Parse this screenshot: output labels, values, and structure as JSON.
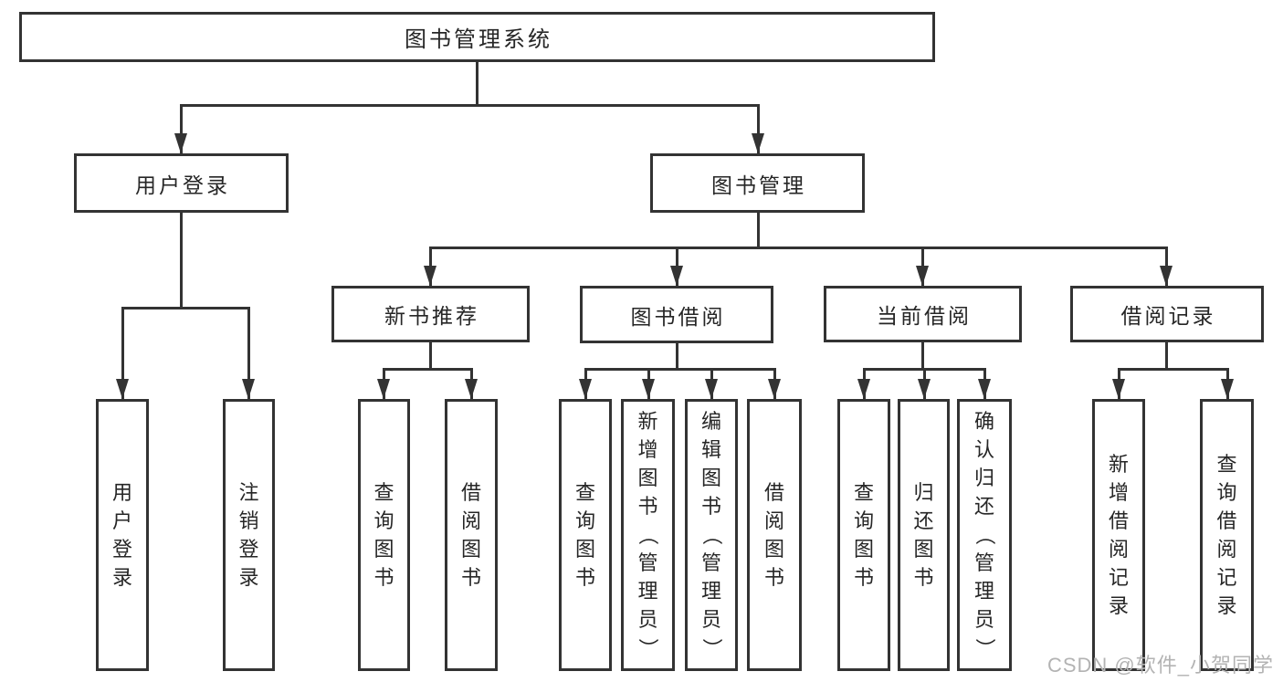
{
  "diagram_title": "图书管理系统",
  "watermark": "CSDN @软件_小贺同学",
  "colors": {
    "line": "#333333",
    "box-border": "#333333",
    "box-fill": "#ffffff",
    "text": "#262626",
    "watermark": "#b3b3b3"
  },
  "nodes": [
    {
      "id": "root",
      "label": "图书管理系统",
      "level": 1,
      "parent": null,
      "orient": "h"
    },
    {
      "id": "user-login-menu",
      "label": "用户登录",
      "level": 2,
      "parent": "root",
      "orient": "h"
    },
    {
      "id": "book-management",
      "label": "图书管理",
      "level": 2,
      "parent": "root",
      "orient": "h"
    },
    {
      "id": "new-book-recommend",
      "label": "新书推荐",
      "level": 3,
      "parent": "book-management",
      "orient": "h"
    },
    {
      "id": "book-borrowing",
      "label": "图书借阅",
      "level": 3,
      "parent": "book-management",
      "orient": "h"
    },
    {
      "id": "current-borrowing",
      "label": "当前借阅",
      "level": 3,
      "parent": "book-management",
      "orient": "h"
    },
    {
      "id": "borrowing-records",
      "label": "借阅记录",
      "level": 3,
      "parent": "book-management",
      "orient": "h"
    },
    {
      "id": "user-login",
      "label": "用户登录",
      "level": 4,
      "parent": "user-login-menu",
      "orient": "v"
    },
    {
      "id": "logout-login",
      "label": "注销登录",
      "level": 4,
      "parent": "user-login-menu",
      "orient": "v"
    },
    {
      "id": "nb-query-books",
      "label": "查询图书",
      "level": 4,
      "parent": "new-book-recommend",
      "orient": "v"
    },
    {
      "id": "nb-borrow-books",
      "label": "借阅图书",
      "level": 4,
      "parent": "new-book-recommend",
      "orient": "v"
    },
    {
      "id": "bb-query-books",
      "label": "查询图书",
      "level": 4,
      "parent": "book-borrowing",
      "orient": "v"
    },
    {
      "id": "bb-add-books",
      "label": "新增图书（管理员）",
      "level": 4,
      "parent": "book-borrowing",
      "orient": "v"
    },
    {
      "id": "bb-edit-books",
      "label": "编辑图书（管理员）",
      "level": 4,
      "parent": "book-borrowing",
      "orient": "v"
    },
    {
      "id": "bb-borrow-books",
      "label": "借阅图书",
      "level": 4,
      "parent": "book-borrowing",
      "orient": "v"
    },
    {
      "id": "cb-query-books",
      "label": "查询图书",
      "level": 4,
      "parent": "current-borrowing",
      "orient": "v"
    },
    {
      "id": "cb-return-books",
      "label": "归还图书",
      "level": 4,
      "parent": "current-borrowing",
      "orient": "v"
    },
    {
      "id": "cb-confirm-return",
      "label": "确认归还（管理员）",
      "level": 4,
      "parent": "current-borrowing",
      "orient": "v"
    },
    {
      "id": "br-add-record",
      "label": "新增借阅记录",
      "level": 4,
      "parent": "borrowing-records",
      "orient": "v"
    },
    {
      "id": "br-query-record",
      "label": "查询借阅记录",
      "level": 4,
      "parent": "borrowing-records",
      "orient": "v"
    }
  ]
}
